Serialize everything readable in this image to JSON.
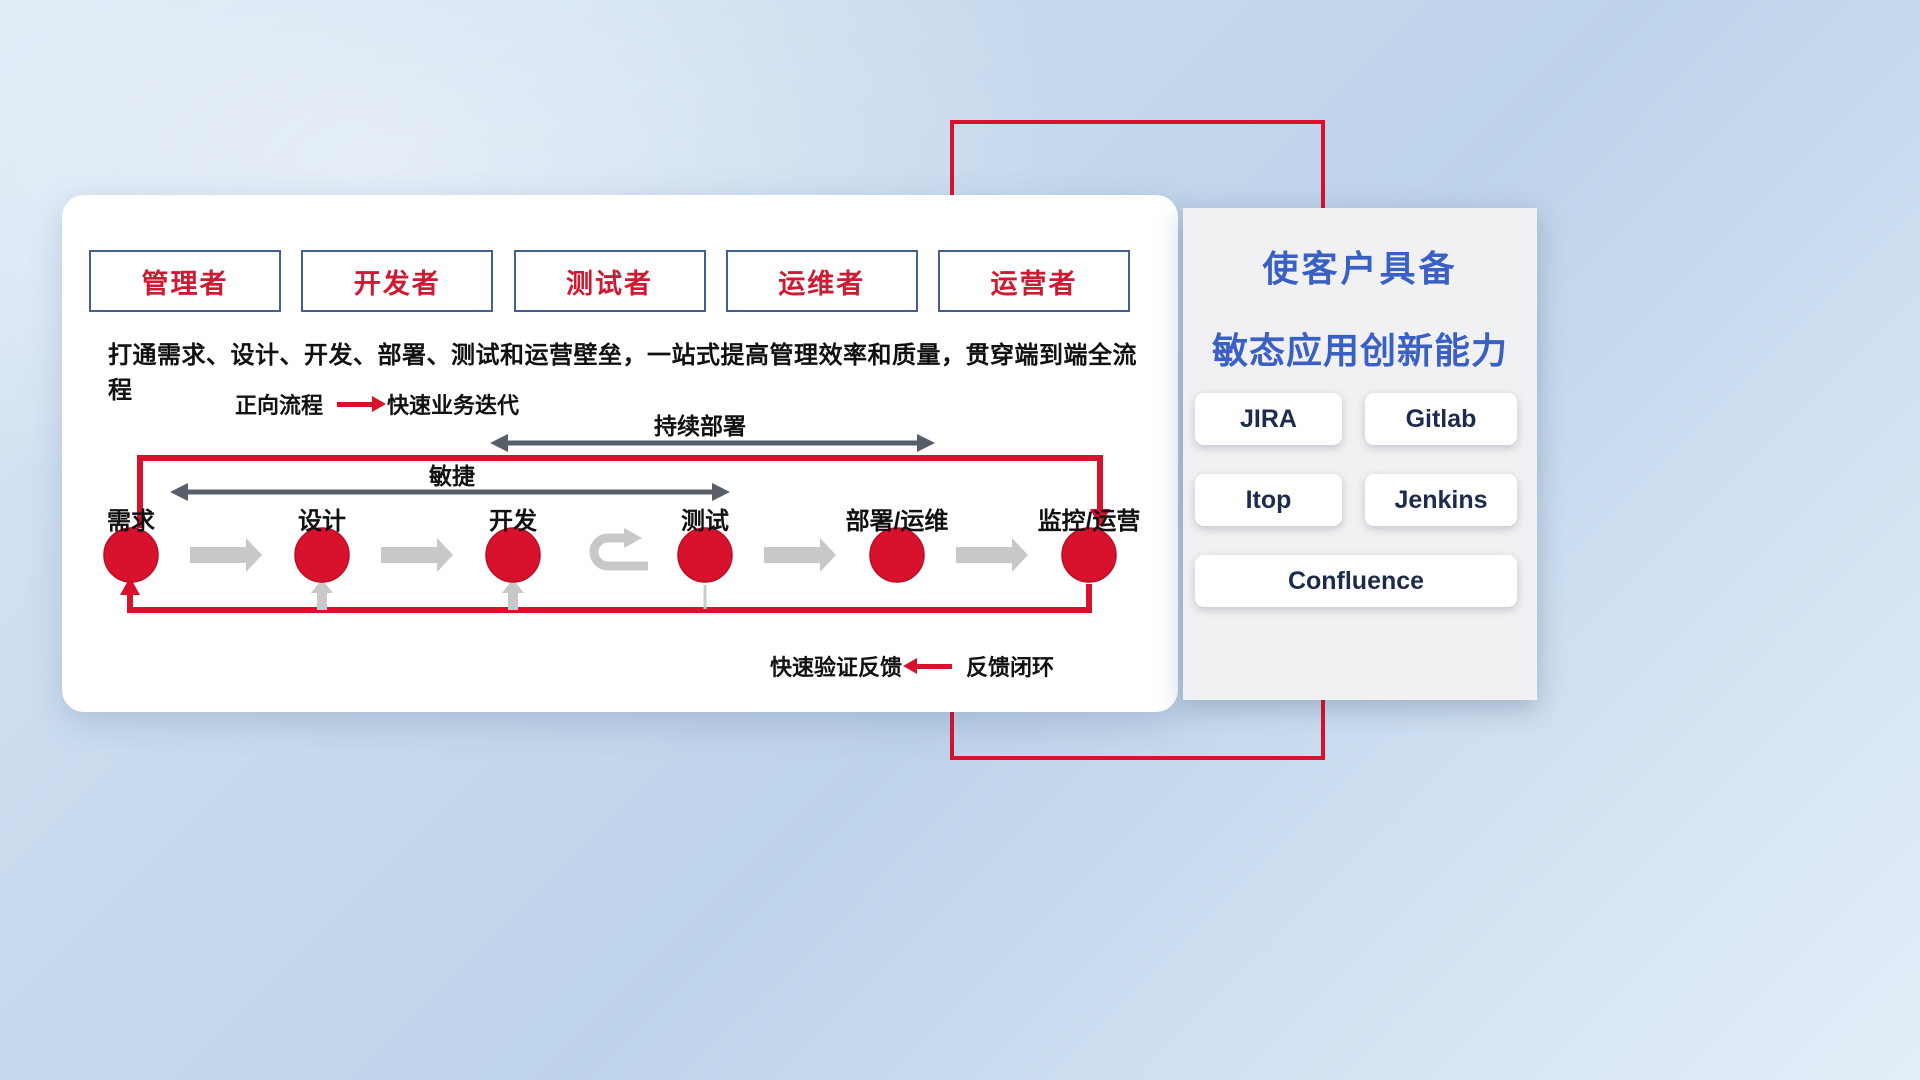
{
  "roles": [
    "管理者",
    "开发者",
    "测试者",
    "运维者",
    "运营者"
  ],
  "headline": "打通需求、设计、开发、部署、测试和运营壁垒，一站式提高管理效率和质量，贯穿端到端全流程",
  "legend_forward": {
    "label": "正向流程",
    "desc": "快速业务迭代"
  },
  "legend_feedback": {
    "label": "快速验证反馈",
    "desc": "反馈闭环"
  },
  "spans": {
    "continuous_deploy": "持续部署",
    "agile": "敏捷"
  },
  "nodes": [
    "需求",
    "设计",
    "开发",
    "测试",
    "部署/运维",
    "监控/运营"
  ],
  "panel": {
    "title_line1": "使客户具备",
    "title_line2": "敏态应用创新能力",
    "tools": [
      "JIRA",
      "Gitlab",
      "Itop",
      "Jenkins",
      "Confluence"
    ]
  },
  "colors": {
    "red": "#d8112c",
    "title_blue": "#3a5fc5",
    "tool_navy": "#1d2b4e",
    "dark_arrow": "#575e6a",
    "gray_arrow": "#c6c8ca",
    "role_border_blue": "#44608f"
  }
}
